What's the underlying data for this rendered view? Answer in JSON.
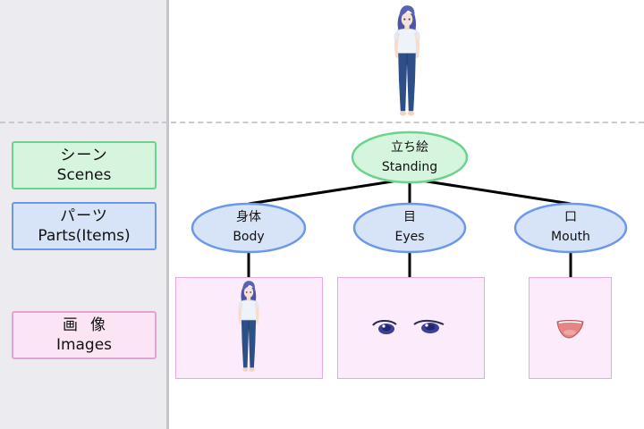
{
  "legend": {
    "scenes": {
      "ja": "シーン",
      "en": "Scenes"
    },
    "parts": {
      "ja": "パーツ",
      "en": "Parts(Items)"
    },
    "images": {
      "ja": "画像",
      "en": "Images"
    }
  },
  "tree": {
    "root": {
      "ja": "立ち絵",
      "en": "Standing"
    },
    "children": [
      {
        "ja": "身体",
        "en": "Body"
      },
      {
        "ja": "目",
        "en": "Eyes"
      },
      {
        "ja": "口",
        "en": "Mouth"
      }
    ]
  },
  "colors": {
    "scene_fill": "#d6f5de",
    "scene_stroke": "#6bd48c",
    "part_fill": "#d7e3f6",
    "part_stroke": "#6d97ea",
    "image_fill": "#fcecfb",
    "image_stroke": "#e7a8da",
    "hair": "#5a63b3",
    "skin": "#f6dccd",
    "shirt": "#eef3fa",
    "jeans": "#2b4f86"
  },
  "icons": [
    "character-full-figure",
    "character-body",
    "anime-eyes",
    "open-mouth"
  ]
}
